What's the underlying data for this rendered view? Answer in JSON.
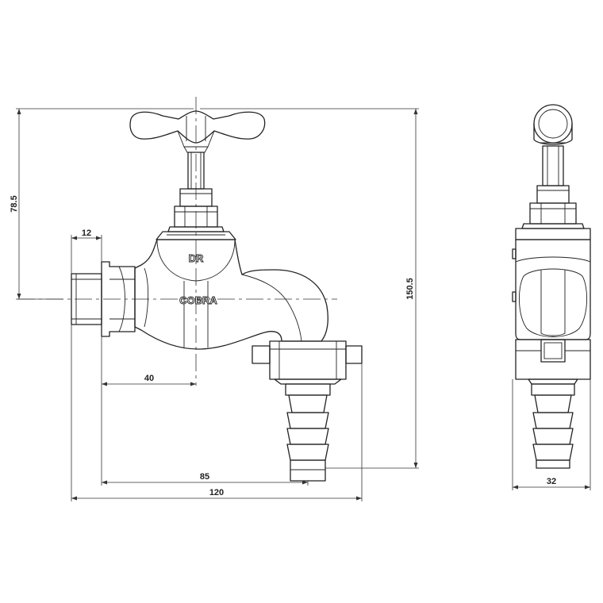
{
  "dimensions": {
    "d_78_5": "78.5",
    "d_12": "12",
    "d_40": "40",
    "d_85": "85",
    "d_120": "120",
    "d_150_5": "150.5",
    "d_32": "32"
  },
  "body_markings": {
    "mark_dr": "DR",
    "mark_cobra": "COBRA"
  },
  "colors": {
    "line": "#222222",
    "background": "#ffffff"
  }
}
